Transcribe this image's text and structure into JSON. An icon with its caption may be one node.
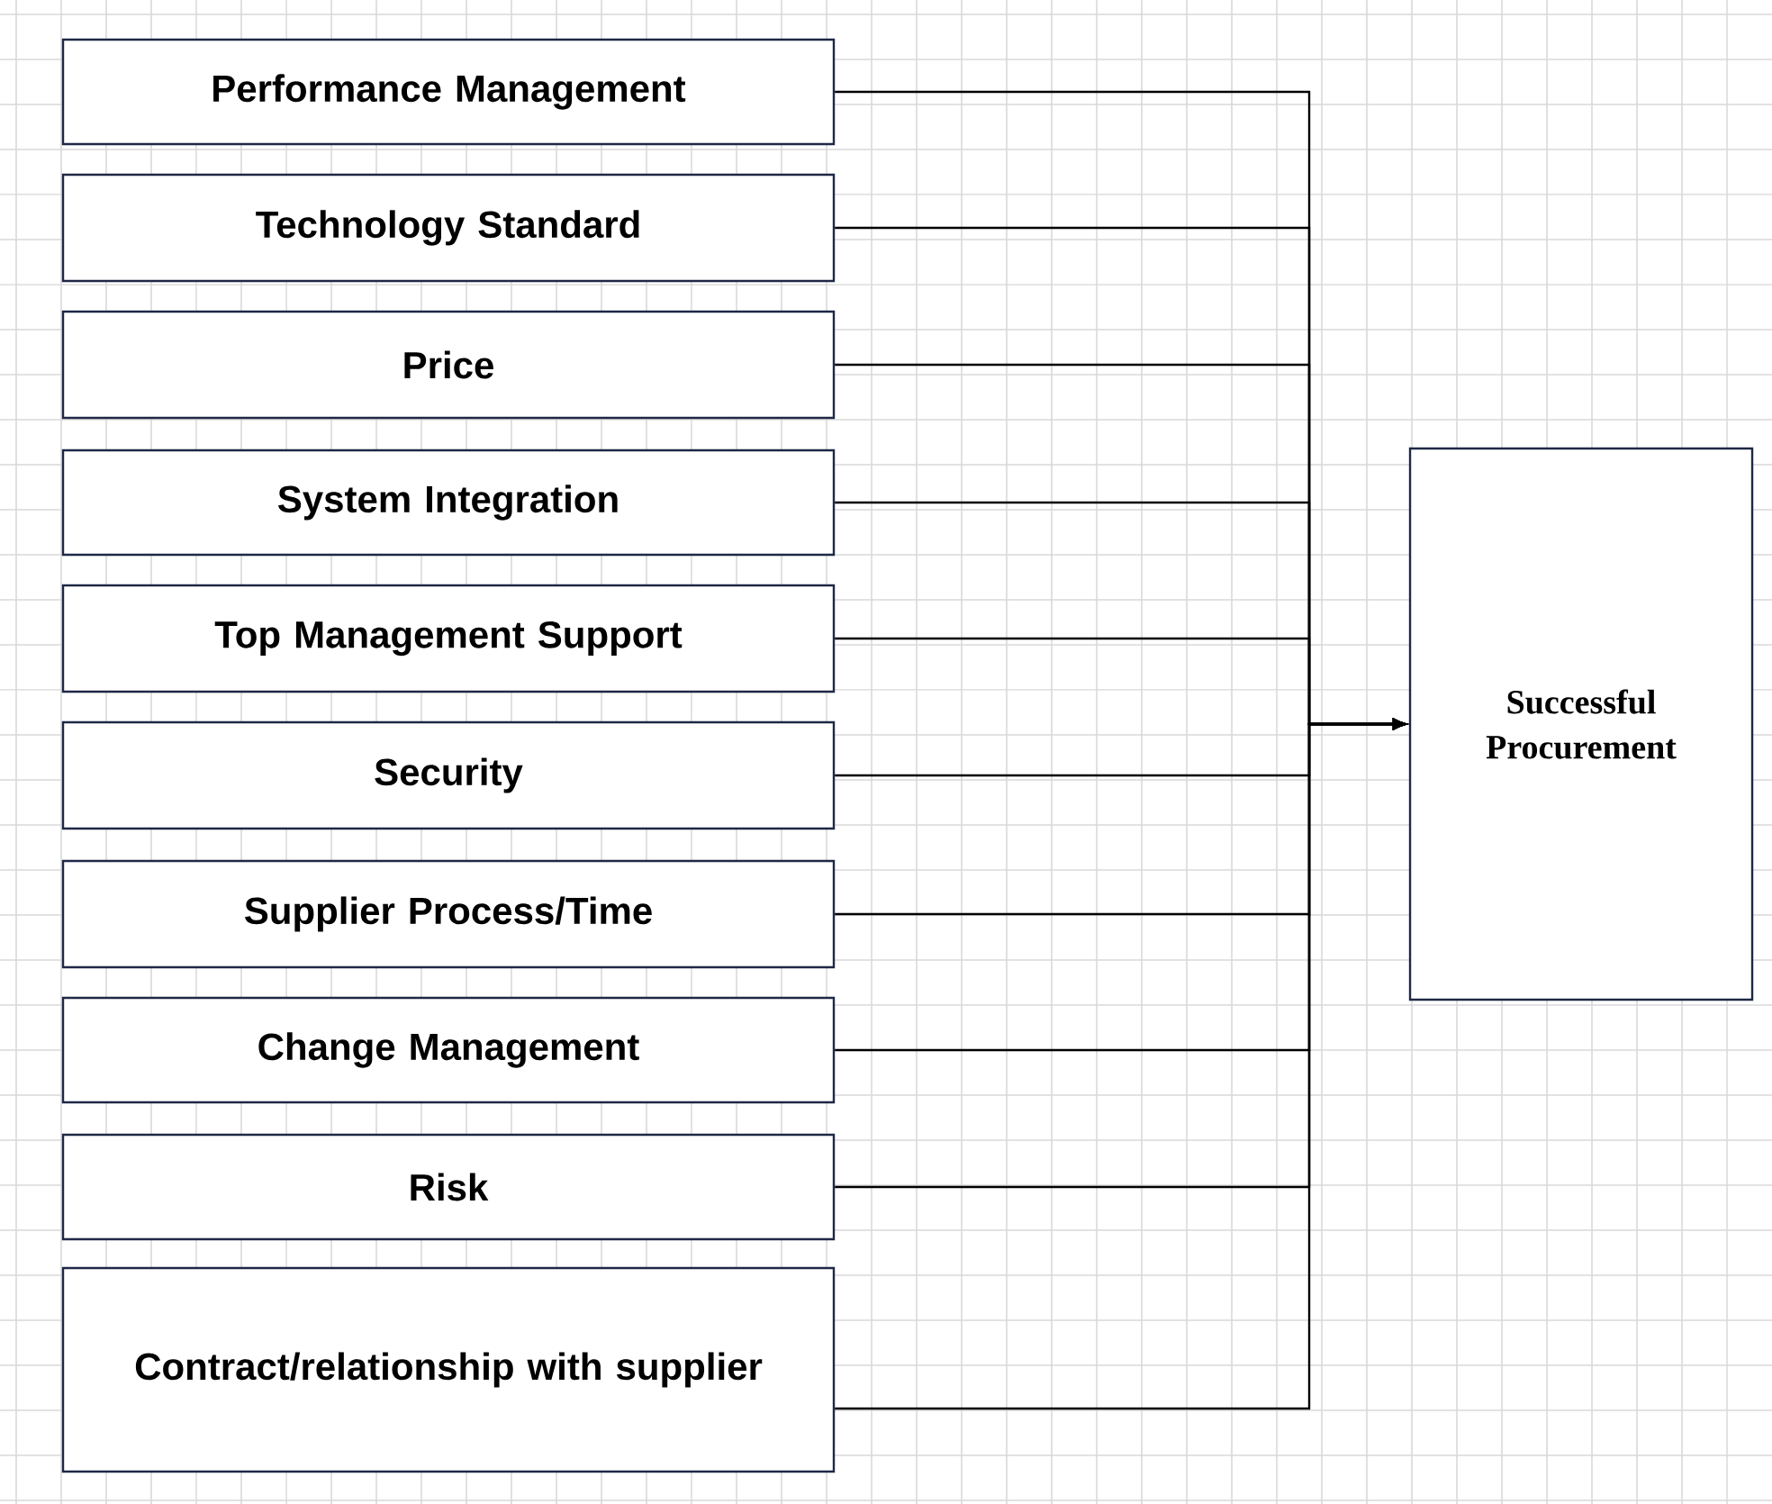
{
  "diagram": {
    "nodes": [
      {
        "text": [
          "Performance Management"
        ]
      },
      {
        "text": [
          "Technology Standard"
        ]
      },
      {
        "text": [
          "Price"
        ]
      },
      {
        "text": [
          "System Integration"
        ]
      },
      {
        "text": [
          "Top Management Support"
        ]
      },
      {
        "text": [
          "Security"
        ]
      },
      {
        "text": [
          "Supplier Process/Time"
        ]
      },
      {
        "text": [
          "Change Management"
        ]
      },
      {
        "text": [
          "Risk"
        ]
      },
      {
        "text": [
          "Contract/relationship with supplier"
        ]
      },
      {
        "text": [
          "Successful Procurement"
        ]
      }
    ],
    "edges": [
      {
        "from": 0,
        "to": 10,
        "arrow": "to"
      },
      {
        "from": 1,
        "to": 10,
        "arrow": "to"
      },
      {
        "from": 2,
        "to": 10,
        "arrow": "to"
      },
      {
        "from": 3,
        "to": 10,
        "arrow": "to"
      },
      {
        "from": 4,
        "to": 10,
        "arrow": "to"
      },
      {
        "from": 5,
        "to": 10,
        "arrow": "to"
      },
      {
        "from": 6,
        "to": 10,
        "arrow": "to"
      },
      {
        "from": 7,
        "to": 10,
        "arrow": "to"
      },
      {
        "from": 8,
        "to": 10,
        "arrow": "to"
      },
      {
        "from": 9,
        "to": 10,
        "arrow": "to"
      }
    ]
  }
}
